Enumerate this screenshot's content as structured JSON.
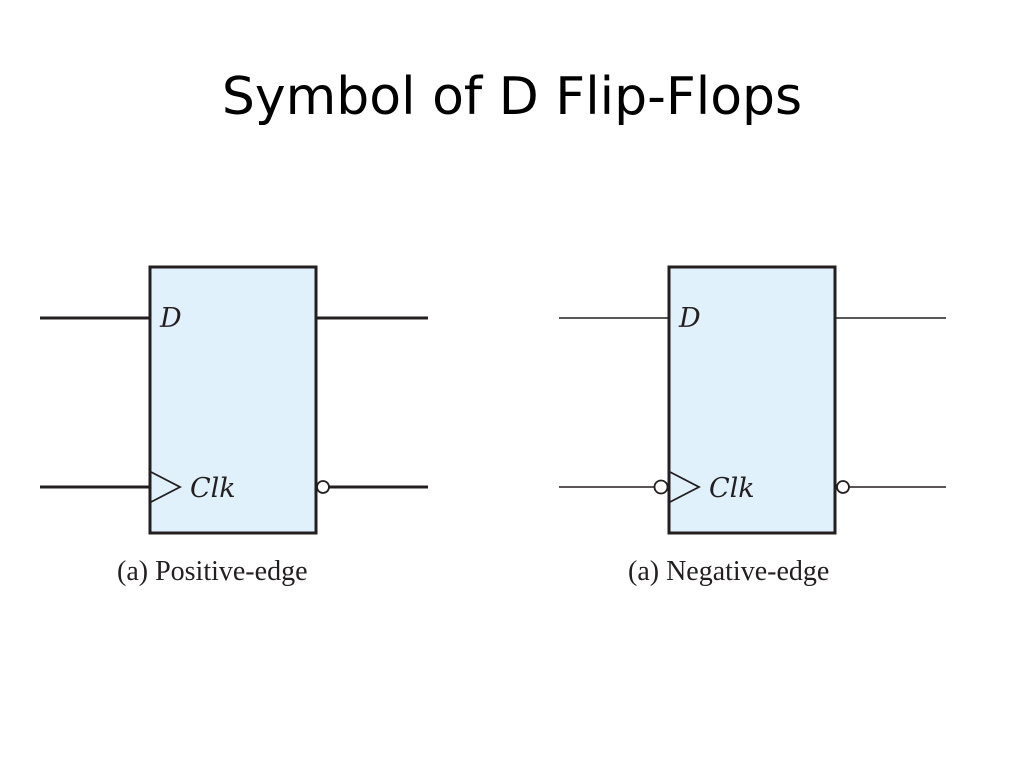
{
  "slide": {
    "title": "Symbol of D Flip-Flops"
  },
  "flip_flops": [
    {
      "d_label": "D",
      "clk_label": "Clk",
      "caption": "(a) Positive-edge"
    },
    {
      "d_label": "D",
      "clk_label": "Clk",
      "caption": "(a) Negative-edge"
    }
  ],
  "colors": {
    "box_fill": "#e0f1fb",
    "stroke": "#231f20"
  }
}
